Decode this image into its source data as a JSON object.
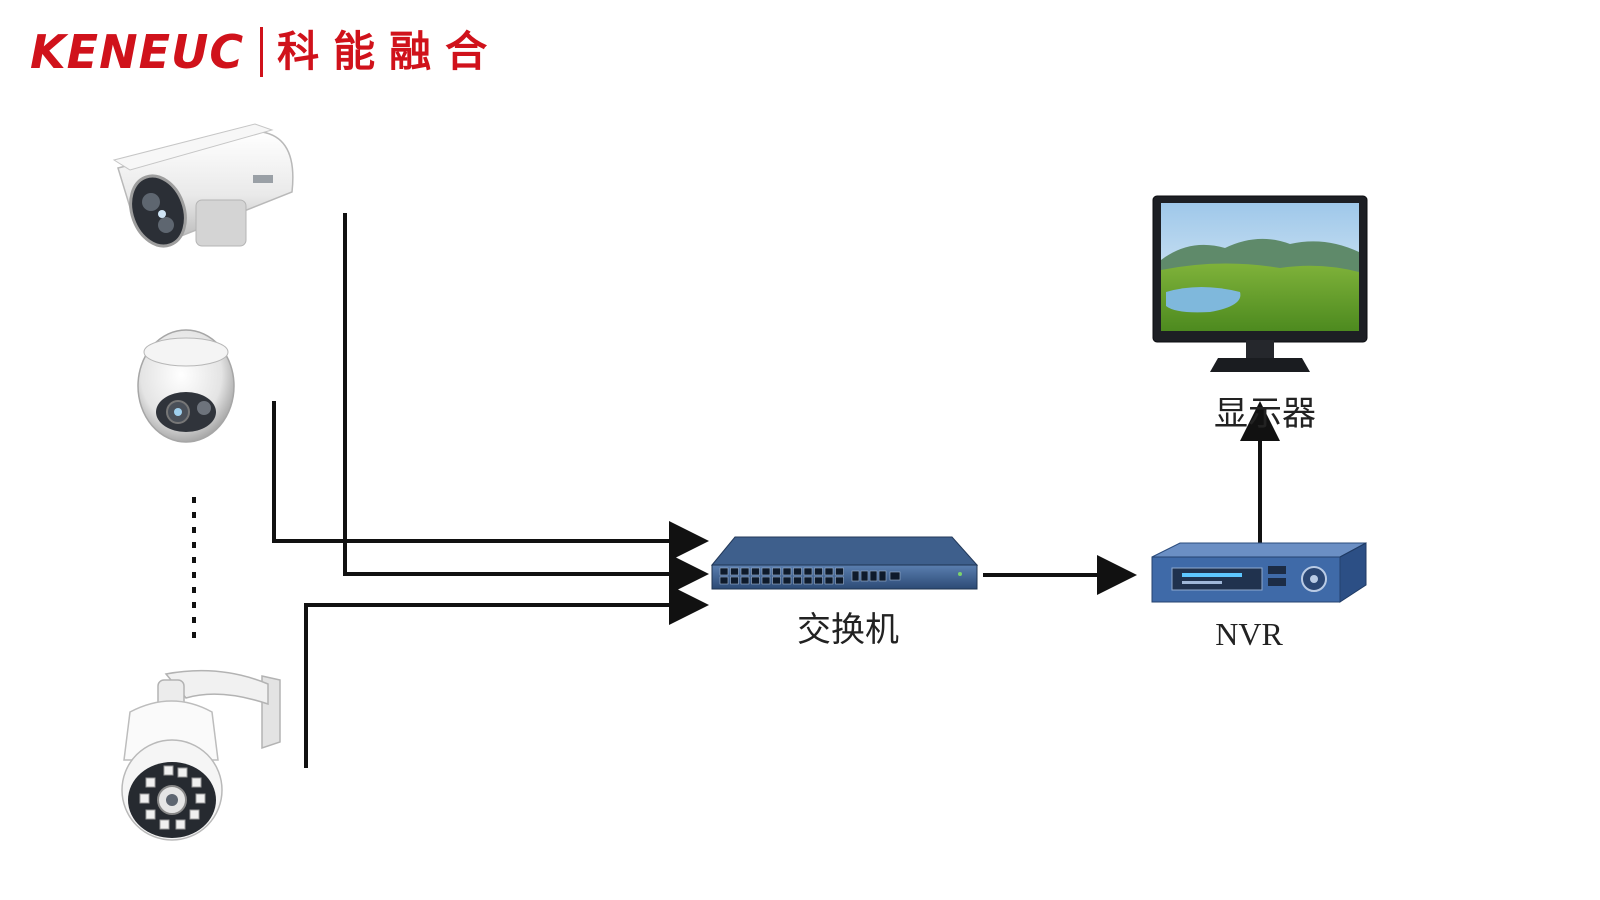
{
  "logo": {
    "brand_en": "KENEUC",
    "brand_cn": "科能融合",
    "brand_color": "#d0121b"
  },
  "nodes": {
    "switch_label": "交换机",
    "nvr_label": "NVR",
    "display_label": "显示器"
  },
  "icons": {
    "camera_1": "bullet-camera-icon",
    "camera_2": "dome-camera-icon",
    "camera_3": "ptz-camera-icon",
    "switch": "network-switch-icon",
    "nvr": "nvr-recorder-icon",
    "monitor": "monitor-icon"
  },
  "colors": {
    "line": "#111111",
    "device_blue": "#3a5f92",
    "device_white": "#f2f2f2"
  }
}
